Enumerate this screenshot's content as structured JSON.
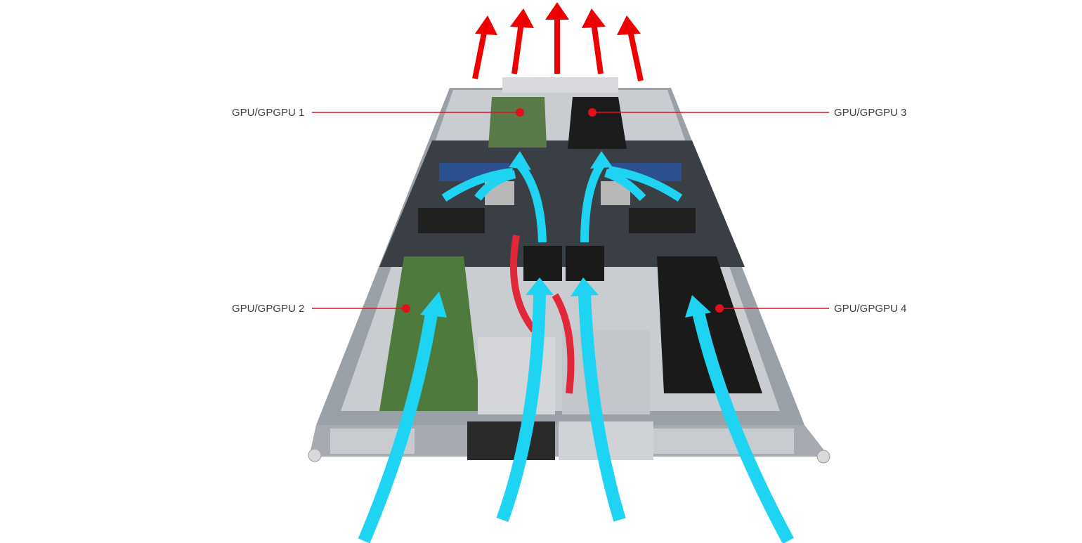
{
  "callouts": {
    "gpu1": "GPU/GPGPU 1",
    "gpu2": "GPU/GPGPU 2",
    "gpu3": "GPU/GPGPU 3",
    "gpu4": "GPU/GPGPU 4"
  },
  "colors": {
    "exhaust_arrow": "#ee0000",
    "intake_arrow": "#1fd4f2",
    "callout_line": "#e2101b",
    "chassis": "#b8bcc2",
    "board": "#2a2e33"
  },
  "icons": [
    "server-chassis",
    "exhaust-arrow",
    "intake-arrow",
    "callout-dot"
  ]
}
